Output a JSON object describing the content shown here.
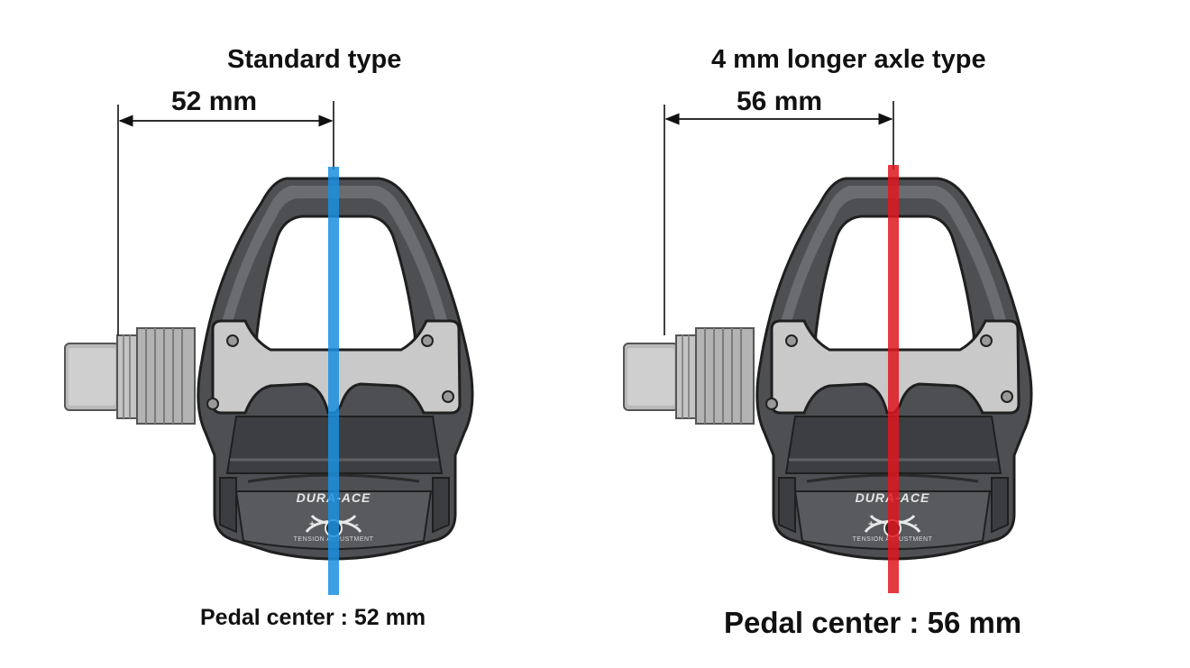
{
  "panels": [
    {
      "title": "Standard type",
      "dimension": "52 mm",
      "caption": "Pedal center : 52 mm",
      "line_color": "#1a8fe0"
    },
    {
      "title": "4 mm longer axle type",
      "dimension": "56 mm",
      "caption": "Pedal center : 56 mm",
      "line_color": "#e0161e"
    }
  ],
  "pedal": {
    "brand": "DURA-ACE",
    "tension_label": "TENSION ADJUSTMENT",
    "plus": "+",
    "minus": "-"
  }
}
